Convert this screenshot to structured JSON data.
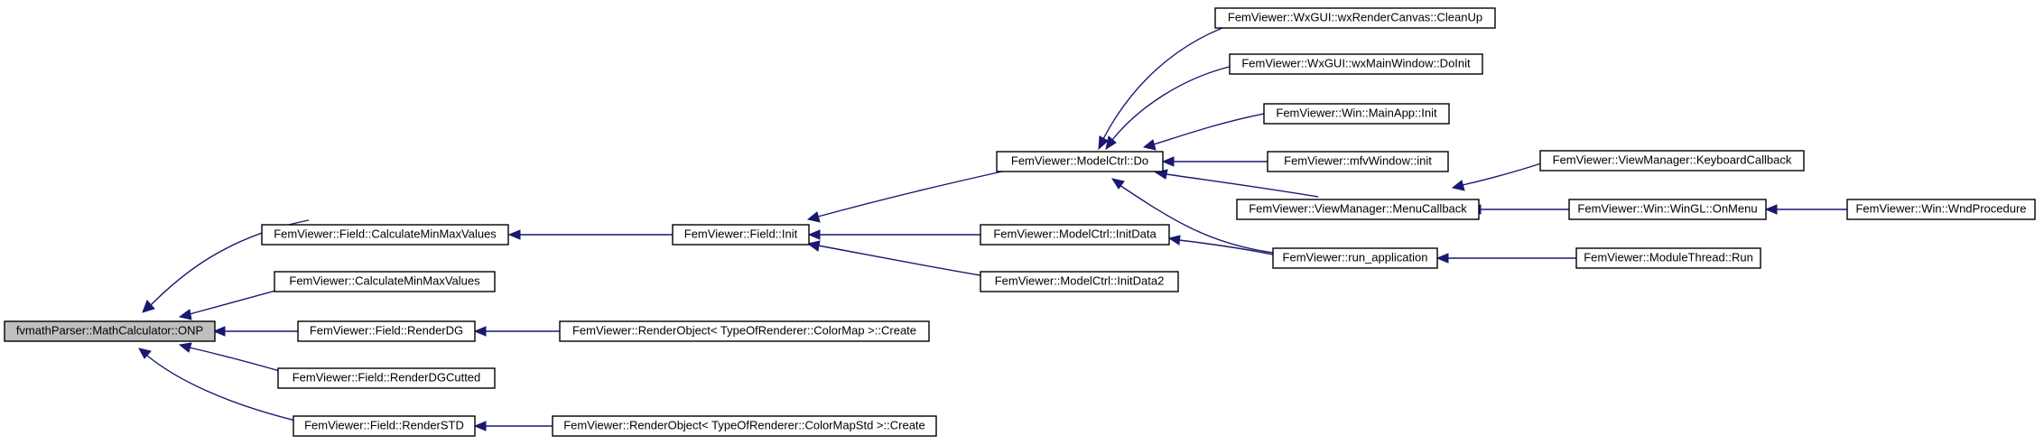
{
  "nodes": [
    {
      "id": "onp",
      "label": "fvmathParser::MathCalculator::ONP",
      "root": true
    },
    {
      "id": "field_cmmv",
      "label": "FemViewer::Field::CalculateMinMaxValues"
    },
    {
      "id": "cmmv",
      "label": "FemViewer::CalculateMinMaxValues"
    },
    {
      "id": "renderdg",
      "label": "FemViewer::Field::RenderDG"
    },
    {
      "id": "renderdgcut",
      "label": "FemViewer::Field::RenderDGCutted"
    },
    {
      "id": "renderstd",
      "label": "FemViewer::Field::RenderSTD"
    },
    {
      "id": "field_init",
      "label": "FemViewer::Field::Init"
    },
    {
      "id": "ro_colormap",
      "label": "FemViewer::RenderObject< TypeOfRenderer::ColorMap >::Create"
    },
    {
      "id": "ro_colormapstd",
      "label": "FemViewer::RenderObject< TypeOfRenderer::ColorMapStd >::Create"
    },
    {
      "id": "mc_do",
      "label": "FemViewer::ModelCtrl::Do"
    },
    {
      "id": "mc_initdata",
      "label": "FemViewer::ModelCtrl::InitData"
    },
    {
      "id": "mc_initdata2",
      "label": "FemViewer::ModelCtrl::InitData2"
    },
    {
      "id": "wx_cleanup",
      "label": "FemViewer::WxGUI::wxRenderCanvas::CleanUp"
    },
    {
      "id": "wx_doinit",
      "label": "FemViewer::WxGUI::wxMainWindow::DoInit"
    },
    {
      "id": "mainapp_init",
      "label": "FemViewer::Win::MainApp::Init"
    },
    {
      "id": "mfv_init",
      "label": "FemViewer::mfvWindow::init"
    },
    {
      "id": "vm_menucb",
      "label": "FemViewer::ViewManager::MenuCallback"
    },
    {
      "id": "run_app",
      "label": "FemViewer::run_application"
    },
    {
      "id": "vm_keycb",
      "label": "FemViewer::ViewManager::KeyboardCallback"
    },
    {
      "id": "wingl_onmenu",
      "label": "FemViewer::Win::WinGL::OnMenu"
    },
    {
      "id": "modthread_run",
      "label": "FemViewer::ModuleThread::Run"
    },
    {
      "id": "wndproc",
      "label": "FemViewer::Win::WndProcedure"
    }
  ]
}
